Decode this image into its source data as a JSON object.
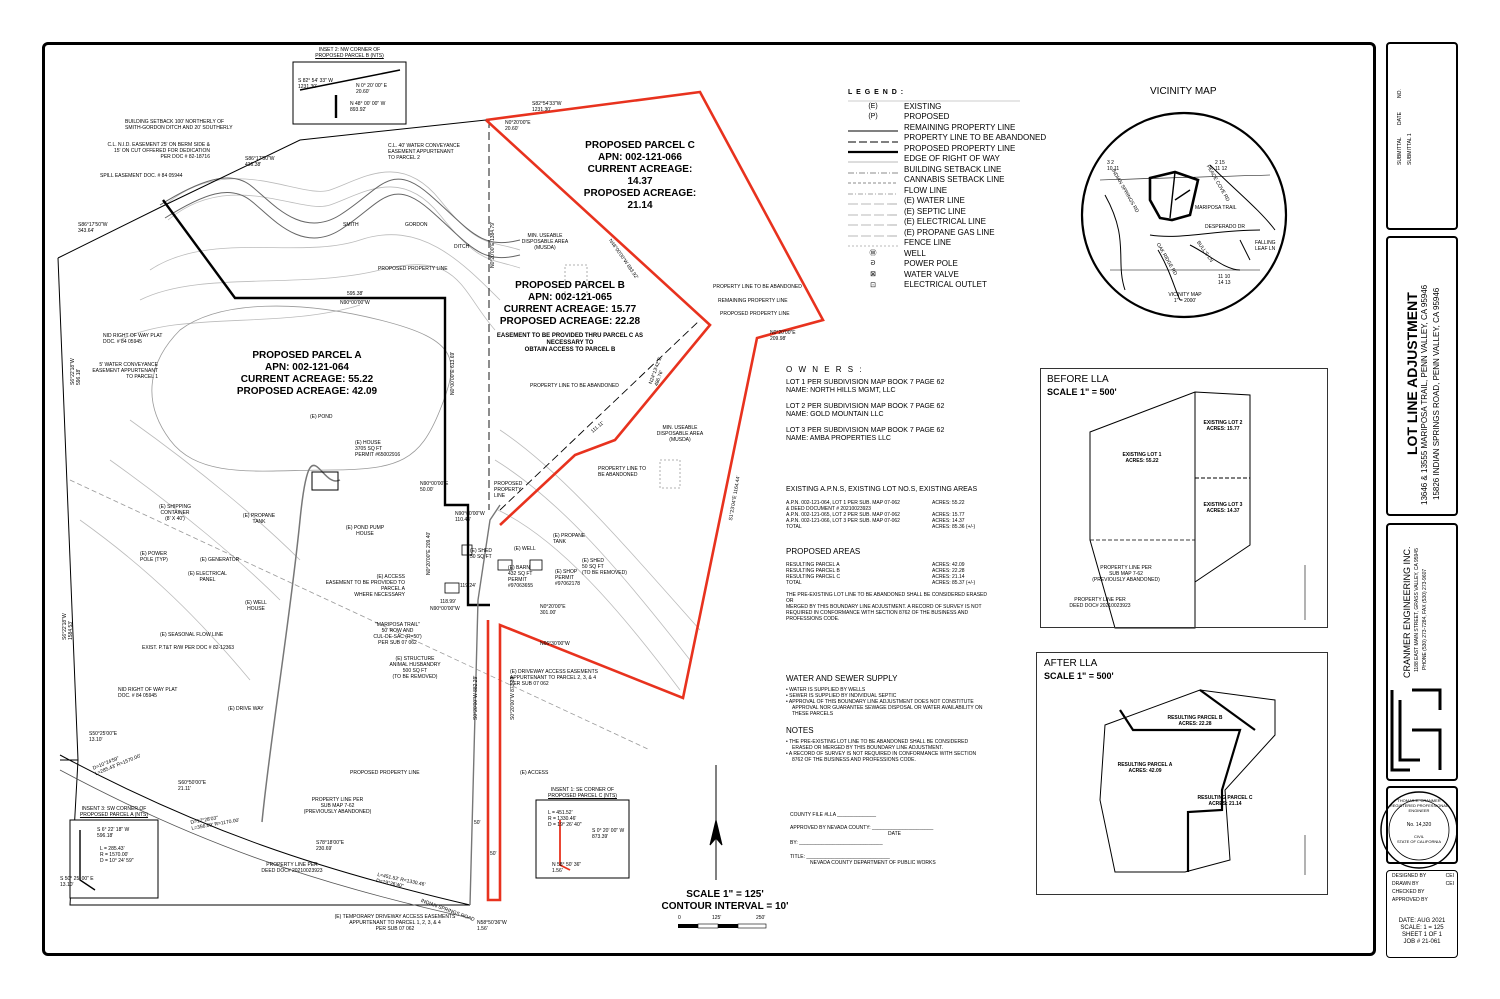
{
  "legend": {
    "title": "L E G E N D :",
    "items": [
      {
        "sym": "(E)",
        "label": "EXISTING"
      },
      {
        "sym": "(P)",
        "label": "PROPOSED"
      },
      {
        "sym": "",
        "label": "REMAINING PROPERTY LINE"
      },
      {
        "sym": "",
        "label": "PROPERTY LINE TO BE ABANDONED"
      },
      {
        "sym": "",
        "label": "PROPOSED PROPERTY LINE"
      },
      {
        "sym": "",
        "label": "EDGE OF RIGHT OF WAY"
      },
      {
        "sym": "",
        "label": "BUILDING SETBACK LINE"
      },
      {
        "sym": "",
        "label": "CANNABIS SETBACK LINE"
      },
      {
        "sym": "",
        "label": "FLOW LINE"
      },
      {
        "sym": "",
        "label": "(E) WATER LINE"
      },
      {
        "sym": "",
        "label": "(E) SEPTIC LINE"
      },
      {
        "sym": "",
        "label": "(E) ELECTRICAL LINE"
      },
      {
        "sym": "",
        "label": "(E) PROPANE GAS LINE"
      },
      {
        "sym": "",
        "label": "FENCE LINE"
      },
      {
        "sym": "Ⓦ",
        "label": "WELL"
      },
      {
        "sym": "ᘐ",
        "label": "POWER POLE"
      },
      {
        "sym": "⊠",
        "label": "WATER VALVE"
      },
      {
        "sym": "⊡",
        "label": "ELECTRICAL OUTLET"
      }
    ]
  },
  "parcels": {
    "a": {
      "title": "PROPOSED PARCEL A",
      "apn": "APN: 002-121-064",
      "current": "CURRENT ACREAGE: 55.22",
      "proposed": "PROPOSED  ACREAGE: 42.09"
    },
    "b": {
      "title": "PROPOSED PARCEL B",
      "apn": "APN: 002-121-065",
      "current": "CURRENT ACREAGE: 15.77",
      "proposed": "PROPOSED  ACREAGE: 22.28",
      "note1": "EASEMENT TO BE PROVIDED THRU PARCEL C AS",
      "note2": "NECESSARY TO",
      "note3": "OBTAIN ACCESS TO PARCEL B"
    },
    "c": {
      "title": "PROPOSED PARCEL C",
      "apn": "APN: 002-121-066",
      "current": "CURRENT ACREAGE: 14.37",
      "proposed": "PROPOSED  ACREAGE: 21.14"
    }
  },
  "map_labels": {
    "inset2_title": "INSET 2: NW CORNER OF",
    "inset2_sub": "PROPOSED PARCEL B (NTS)",
    "inset2_c1": "S 82° 54' 33\" W",
    "inset2_c2": "1231.30'",
    "inset2_c3": "N 0° 20' 00\" E",
    "inset2_c4": "20.60'",
    "inset2_c5": "N 48° 00' 00\" W",
    "inset2_c6": "893.92'",
    "setback1": "BUILDING SETBACK 100' NORTHERLY OF",
    "setback2": "SMITH-GORDON DITCH AND 20' SOUTHERLY",
    "nid1": "C.L. N.I.D. EASEMENT 25' ON BERM SIDE &",
    "nid2": "15' ON CUT OFFERED FOR DEDICATION",
    "nid3": "PER DOC # 82-18716",
    "conv1": "C.L. 40' WATER CONVEYANCE",
    "conv2": "EASEMENT APPURTENANT",
    "conv3": "TO PARCEL 2",
    "spill": "SPILL EASEMENT DOC. # 84 05944",
    "ditch_smith": "SMITH",
    "ditch_gordon": "GORDON",
    "ditch_ditch": "DITCH",
    "brg_top": "S82°54'33\"W",
    "brg_top2": "1231.30'",
    "brg_n0": "N0°20'00\"E",
    "brg_n0b": "20.60'",
    "brg_s86": "S86°17'50\"W",
    "brg_s86b": "436.38'",
    "brg_s86c": "S86°17'50\"W",
    "brg_s86d": "343.64'",
    "ppl1": "PROPOSED PROPERTY LINE",
    "dist_595": "595.38'",
    "brg_n90": "N90°00'00\"W",
    "useable1": "MIN. USEABLE",
    "useable2": "DISPOSABLE AREA",
    "useable3": "(MUSDA)",
    "useable4": "MIN. USEABLE",
    "useable5": "DISPOSABLE AREA",
    "useable6": "(MUSDA)",
    "nid_row1": "NID RIGHT OF WAY PLAT",
    "nid_row2": "DOC. # 84 05945",
    "wce1": "5' WATER CONVEYANCE",
    "wce2": "EASEMENT APPURTENANT",
    "wce3": "TO PARCEL 1",
    "pond": "(E) POND",
    "house1": "(E) HOUSE",
    "house2": "3705 SQ FT",
    "house3": "PERMIT #65002916",
    "plabandon": "PROPERTY LINE TO BE ABANDONED",
    "plabandon2": "PROPERTY LINE TO",
    "plabandon3": "BE ABANDONED",
    "plabandon4": "PROPERTY LINE TO BE ABANDONED",
    "remaining": "REMAINING PROPERTY LINE",
    "ppl2": "PROPOSED PROPERTY LINE",
    "ppl3": "PROPOSED",
    "ppl4": "PROPERTY",
    "ppl5": "LINE",
    "shipping1": "(E) SHIPPING",
    "shipping2": "CONTAINER",
    "shipping3": "(8' X 40')",
    "propane1": "(E) PROPANE",
    "propane2": "TANK",
    "pondpump1": "(E) POND PUMP",
    "pondpump2": "HOUSE",
    "pole1": "(E) POWER",
    "pole2": "POLE (TYP)",
    "gen": "(E) GENERATOR",
    "elec1": "(E) ELECTRICAL",
    "elec2": "PANEL",
    "access1": "(E) ACCESS",
    "access2": "EASEMENT TO BE PROVIDED TO PARCEL A",
    "access3": "WHERE NECESSARY",
    "well1": "(E) WELL",
    "well2": "HOUSE",
    "flow": "(E) SEASONAL FLOW LINE",
    "ptt": "EXIST. P.T&T R/W PER DOC # 82-12363",
    "mariposa1": "\"MARIPOSA TRAIL\"",
    "mariposa2": "50' ROW AND",
    "mariposa3": "CUL-DE-SAC (R=50')",
    "mariposa4": "PER SUB 07 062",
    "struct1": "(E) STRUCTURE",
    "struct2": "ANIMAL HUSBANDRY",
    "struct3": "500 SQ FT",
    "struct4": "(TO BE REMOVED)",
    "shed1": "(E) SHED",
    "shed2": "50 SQ FT",
    "wellE": "(E) WELL",
    "propaneE1": "(E) PROPANE",
    "propaneE2": "TANK",
    "barn1": "(E) BARN",
    "barn2": "432 SQ FT",
    "barn3": "PERMIT",
    "barn4": "#97063655",
    "shop1": "(E) SHOP",
    "shop2": "PERMIT",
    "shop3": "#97062178",
    "shed3": "(E) SHED",
    "shed4": "50 SQ FT",
    "shed5": "(TO BE REMOVED)",
    "driveway1": "(E) DRIVEWAY ACCESS EASEMENTS",
    "driveway2": "APPURTENANT TO PARCEL 2, 3, & 4",
    "driveway3": "PER SUB 07 062",
    "edrive": "(E) DRIVE WAY",
    "nid_row3": "NID RIGHT OF WAY PLAT",
    "nid_row4": "DOC. # 84 05945",
    "ppl6": "PROPOSED PROPERTY LINE",
    "eaccess": "(E) ACCESS",
    "s50": "S50°25'00\"E",
    "s50b": "13.10'",
    "delta1": "D=10°24'59\"",
    "delta2": "L=285.43' R=1570.00'",
    "s60": "S60°50'00\"E",
    "s60b": "21.11'",
    "delta3": "D=17°28'03\"",
    "delta4": "L=356.69' R=1170.00'",
    "plper1": "PROPERTY LINE PER",
    "plper2": "SUB MAP 7-62",
    "plper3": "(PREVIOUSLY ABANDONED)",
    "s78": "S78°18'00\"E",
    "s78b": "230.69'",
    "plper4": "PROPERTY LINE PER",
    "plper5": "DEED DOC# 20210023923",
    "delta5": "L=451.52' R=1330.46'",
    "delta6": "D=19°26'40\"",
    "insent3a": "INSENT 3: SW CORNER OF",
    "insent3b": "PROPOSED PARCEL A (NTS)",
    "ins3c1": "S 6° 22' 18\" W",
    "ins3c2": "596.18'",
    "ins3c3": "L = 285.43'",
    "ins3c4": "R = 1570.00'",
    "ins3c5": "D = 10° 24' 59\"",
    "ins3c6": "S 50° 25' 00\" E",
    "ins3c7": "13.10'",
    "insent1a": "INSENT 1: SE CORNER OF",
    "insent1b": "PROPOSED PARCEL C (NTS)",
    "ins1c1": "L = 451.52'",
    "ins1c2": "R = 1330.46'",
    "ins1c3": "D = 19° 26' 40\"",
    "ins1c4": "S 0° 20' 00\" W",
    "ins1c5": "873.39'",
    "ins1c6": "N 58° 50' 36\"",
    "ins1c7": "1.56'",
    "temp1": "(E) TEMPORARY DRIVEWAY ACCESS EASEMENTS",
    "temp2": "APPURTENANT TO PARCEL 1, 2, 3, & 4",
    "temp3": "PER SUB 07 062",
    "indian": "INDIAN SPRINGS ROAD",
    "n58": "N58°50'36\"W",
    "n58b": "1.56'",
    "fifty1": "50'",
    "fifty2": "50'",
    "dist_11924": "119.24'",
    "dist_11899": "118.99'",
    "n90b": "N90°00'00\"E",
    "n90b2": "50.00'",
    "n90c": "N90°00'00\"W",
    "n90c2": "110.48'",
    "n0b": "N0°20'00\"E",
    "n0b2": "301.00'",
    "n66": "N66°30'00\"W",
    "n90d": "N90°00'00\"W",
    "dist_11111": "111.11'",
    "s0": "S0°20'00\"W  873.39'",
    "s0a": "S0°20'00\"W  882.29'",
    "n0c": "N0°20'00\"E  209.40'",
    "n0d": "N0°00'00\"E  613.69'",
    "s6": "S6°22'18\"W",
    "s6b": "596.18'",
    "s6c": "S6°22'18\"W",
    "s6d": "1584.53'",
    "n0e": "N0°20'00\"E  1384.79'",
    "n48": "N48°00'00\"W  893.92'",
    "s24": "N24°13'42\"E",
    "s24b": "486.76'",
    "n0f": "N0°20'00\"E",
    "n0f2": "209.98'",
    "s1": "S1°23'04\"E  1164.44'"
  },
  "scale": {
    "title": "SCALE  1\" = 125'",
    "contour": "CONTOUR INTERVAL = 10'",
    "t0": "0",
    "t1": "125'",
    "t2": "250'"
  },
  "owners": {
    "title": "O W N E R S :",
    "lot1a": "LOT 1 PER SUBDIVISION MAP BOOK 7 PAGE 62",
    "lot1b": "NAME: NORTH HILLS MGMT, LLC",
    "lot2a": "LOT 2 PER SUBDIVISION MAP BOOK 7 PAGE 62",
    "lot2b": "NAME: GOLD MOUNTAIN LLC",
    "lot3a": "LOT 3 PER SUBDIVISION MAP BOOK 7 PAGE 62",
    "lot3b": "NAME: AMBA PROPERTIES LLC"
  },
  "existing": {
    "title": "EXISTING A.P.N.S, EXISTING LOT NO.S, EXISTING AREAS",
    "rows": [
      {
        "desc": "A.P.N. 002-121-064, LOT 1 PER SUB. MAP 07-062",
        "val": "ACRES: 55.22"
      },
      {
        "desc": "& DEED DOCUMENT # 20210023923",
        "val": ""
      },
      {
        "desc": "A.P.N. 002-121-065, LOT 2 PER SUB. MAP 07-062",
        "val": "ACRES: 15.77"
      },
      {
        "desc": "A.P.N. 002-121-066, LOT 3 PER SUB. MAP 07-062",
        "val": "ACRES: 14.37"
      },
      {
        "desc": "TOTAL",
        "val": "ACRES: 85.36 (+/-)"
      }
    ]
  },
  "proposed": {
    "title": "PROPOSED AREAS",
    "rows": [
      {
        "desc": "RESULTING PARCEL A",
        "val": "ACRES: 42.09"
      },
      {
        "desc": "RESULTING PARCEL B",
        "val": "ACRES: 22.28"
      },
      {
        "desc": "RESULTING PARCEL C",
        "val": "ACRES: 21.14"
      },
      {
        "desc": "TOTAL",
        "val": "ACRES: 85.37 (+/-)"
      }
    ],
    "note1": "THE PRE-EXISTING LOT LINE TO BE ABANDONED SHALL BE CONSIDERED ERASED OR",
    "note2": "MERGED BY THIS BOUNDARY LINE ADJUSTMENT. A RECORD OF SURVEY IS NOT",
    "note3": "REQUIRED IN CONFORMANCE  WITH SECTION 8762 OF THE BUSINESS AND",
    "note4": "PROFESSIONS CODE."
  },
  "water": {
    "title": "WATER AND SEWER SUPPLY",
    "i1": "WATER IS SUPPLIED BY WELLS",
    "i2": "SEWER IS SUPPLIED BY INDIVIDUAL SEPTIC",
    "i3": "APPROVAL OF THIS BOUNDARY LINE ADJUSTMENT DOES NOT CONSTITUTE",
    "i3b": "APPROVAL NOR GUARANTEE SEWAGE DISPOSAL OR WATER AVAILABILITY ON",
    "i3c": "THESE PARCELS"
  },
  "notes": {
    "title": "NOTES",
    "n1": "THE PRE-EXISTING LOT LINE TO BE ABANDONED SHALL BE CONSIDERED",
    "n1b": "ERASED OR MERGED BY THIS BOUNDARY LINE ADJUSTMENT.",
    "n2": "A RECORD OF SURVEY IS NOT REQUIRED IN CONFORMANCE WITH SECTION",
    "n2b": "8762 OF THE BUSINESS AND PROFESSIONS CODE."
  },
  "county": {
    "f1": "COUNTY FILE #LLA ______________",
    "f2": "APPROVED BY NEVADA COUNTY: ______________________",
    "f3": "DATE",
    "f4": "BY: ______________________________",
    "f5": "TITLE: ______________________________",
    "f6": "NEVADA COUNTY DEPARTMENT OF PUBLIC WORKS"
  },
  "vicinity": {
    "title": "VICINITY MAP",
    "mariposa": "MARIPOSA TRAIL",
    "desperado": "DESPERADO DR",
    "falling1": "FALLING",
    "falling2": "LEAF LN",
    "indian": "INDIAN SPRINGS RD",
    "pc": "PEACE COVE RD",
    "oak": "OAK RIDGE RD",
    "bull": "BULL'S LN",
    "caption1": "VICINITY MAP",
    "caption2": "1\" = 2000'",
    "s1": "3 2",
    "s2": "10 11",
    "s3": "2 15",
    "s4": "11 12",
    "s5": "11 10",
    "s6": "14 13"
  },
  "before": {
    "title": "BEFORE LLA",
    "scale": "SCALE  1\" = 500'",
    "lot1": "EXISTING LOT 1",
    "lot1b": "ACRES: 55.22",
    "lot2": "EXISTING LOT 2",
    "lot2b": "ACRES: 15.77",
    "lot3": "EXISTING LOT 3",
    "lot3b": "ACRES: 14.37",
    "pl1": "PROPERTY LINE PER",
    "pl2": "SUB MAP 7-62",
    "pl3": "(PREVIOUSLY ABANDONED)",
    "pl4": "PROPERTY LINE PER",
    "pl5": "DEED DOC# 20210023923"
  },
  "after": {
    "title": "AFTER LLA",
    "scale": "SCALE  1\" = 500'",
    "pa": "RESULTING PARCEL A",
    "pab": "ACRES: 42.09",
    "pb": "RESULTING PARCEL B",
    "pbb": "ACRES: 22.28",
    "pc": "RESULTING PARCEL C",
    "pcb": "ACRES: 21.14"
  },
  "titleblock": {
    "rev_no": "NO.",
    "rev_date": "DATE",
    "submittal": "SUBMITTAL",
    "submittal1": "SUBMITTAL 1",
    "title": "LOT LINE ADJUSTMENT",
    "addr1": "13646 & 13555 MARIPOSA TRAIL, PENN VALLEY, CA 95946",
    "addr2": "15826 INDIAN SPRINGS ROAD, PENN VALLEY, CA 95946",
    "firm": "CRANMER ENGINEERING INC.",
    "firm_addr": "1188 EAST MAIN STREET, GRASS VALLEY, CA 95945",
    "firm_phone": "PHONE (530) 273-7284, FAX (530) 273-9607",
    "stamp1": "REGISTERED PROFESSIONAL ENGINEER",
    "stamp2": "No. 14,320",
    "stamp3": "CIVIL",
    "stamp4": "STATE OF CALIFORNIA",
    "stamp5": "THOMAS E. CRANMER",
    "designed": "DESIGNED BY",
    "designed_v": "CEI",
    "drawn": "DRAWN BY",
    "drawn_v": "CEI",
    "checked": "CHECKED BY",
    "approved": "APPROVED BY",
    "date": "DATE: AUG 2021",
    "scale": "SCALE: 1 = 125",
    "sheet": "SHEET  1  OF  1",
    "job": "JOB # 21-061"
  },
  "colors": {
    "proposed_line": "#e8321e",
    "ink": "#000000",
    "faint": "#9a9a9a"
  }
}
